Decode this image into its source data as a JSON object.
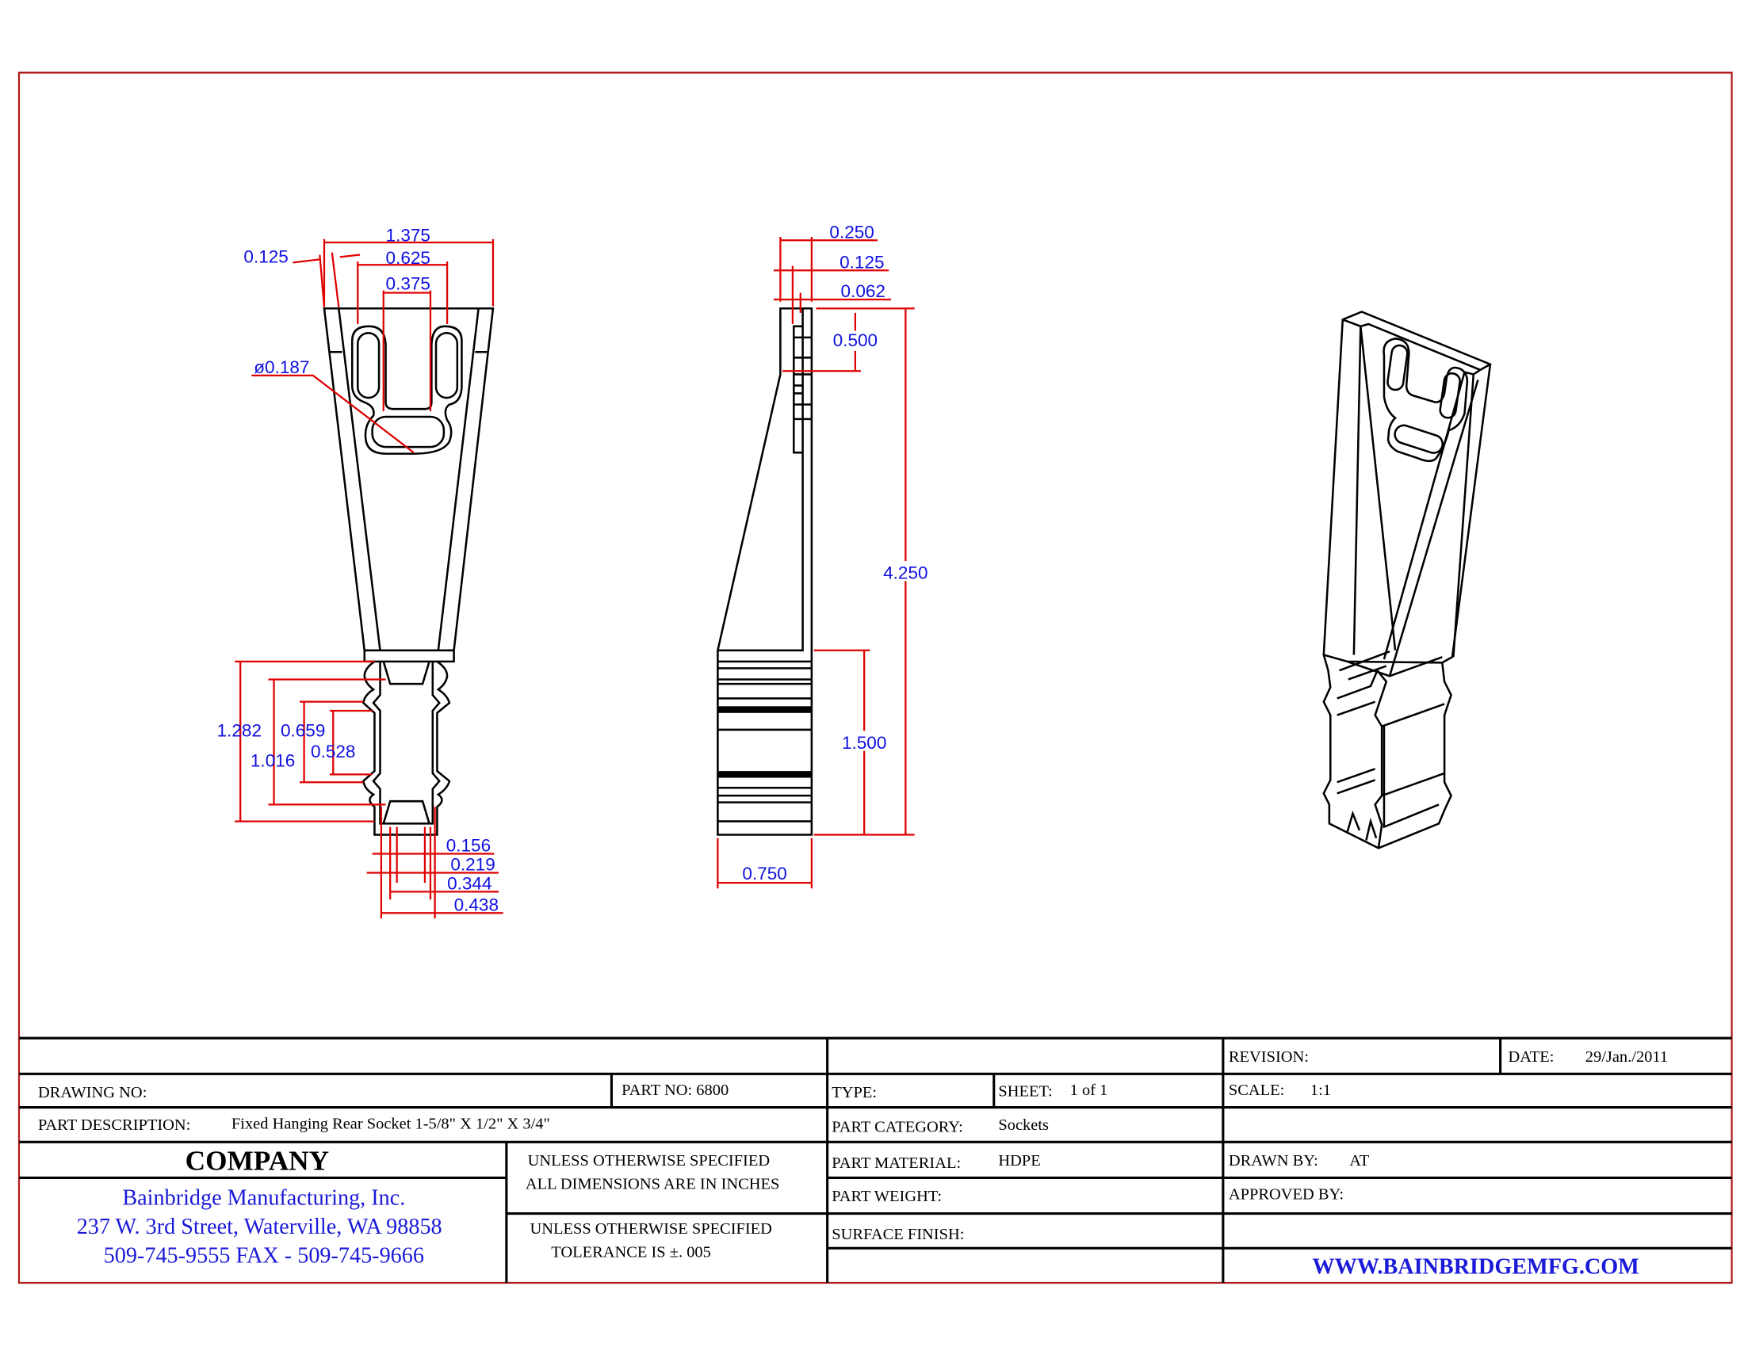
{
  "title_block": {
    "drawing_no_label": "DRAWING NO:",
    "part_no": "PART NO: 6800",
    "part_description_label": "PART DESCRIPTION:",
    "part_description": "Fixed Hanging Rear Socket 1-5/8\" X 1/2\" X 3/4\"",
    "company_heading": "COMPANY",
    "company_name": "Bainbridge Manufacturing, Inc.",
    "company_address": "237 W. 3rd Street, Waterville, WA 98858",
    "company_phone": "509-745-9555 FAX - 509-745-9666",
    "note1_line1": "UNLESS OTHERWISE SPECIFIED",
    "note1_line2": "ALL DIMENSIONS ARE IN INCHES",
    "note2_line1": "UNLESS OTHERWISE SPECIFIED",
    "note2_line2": "TOLERANCE IS  ±. 005",
    "revision_label": "REVISION:",
    "date_label": "DATE:",
    "date": "29/Jan./2011",
    "type_label": "TYPE:",
    "sheet_label": "SHEET:",
    "sheet": "1 of 1",
    "scale_label": "SCALE:",
    "scale": "1:1",
    "category_label": "PART CATEGORY:",
    "category": "Sockets",
    "material_label": "PART MATERIAL:",
    "material": "HDPE",
    "drawn_by_label": "DRAWN BY:",
    "drawn_by": "AT",
    "weight_label": "PART WEIGHT:",
    "approved_by_label": "APPROVED BY:",
    "surface_finish_label": "SURFACE FINISH:",
    "website": "WWW.BAINBRIDGEMFG.COM"
  },
  "front_view_dims": {
    "overall_width": "1.375",
    "slot_spacing": "0.625",
    "center_width": "0.375",
    "wall": "0.125",
    "hole_dia": "ø0.187",
    "d1282": "1.282",
    "d1016": "1.016",
    "d0659": "0.659",
    "d0528": "0.528",
    "d0156": "0.156",
    "d0219": "0.219",
    "d0344": "0.344",
    "d0438": "0.438"
  },
  "side_view_dims": {
    "d0250": "0.250",
    "d0125": "0.125",
    "d0062": "0.062",
    "d0500": "0.500",
    "overall_height": "4.250",
    "socket_height": "1.500",
    "depth": "0.750"
  },
  "colors": {
    "border": "#b01c1c",
    "dimension_line": "#e00000",
    "dimension_text": "#1010e0",
    "company_text": "#1a1ad8"
  }
}
